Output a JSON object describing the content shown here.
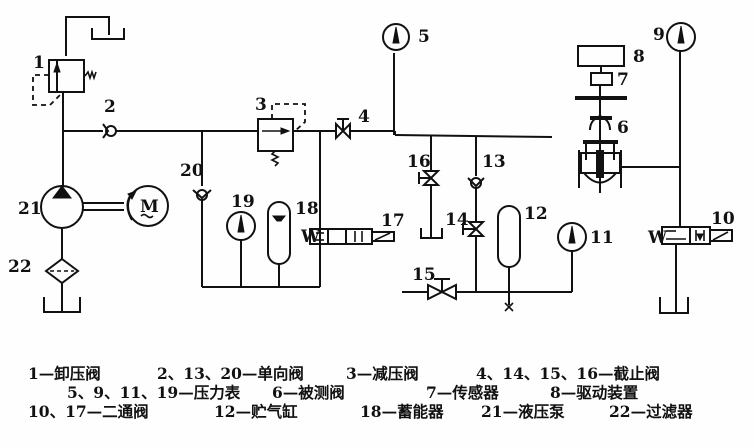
{
  "diagram": {
    "type": "hydraulic-schematic",
    "component_labels": {
      "c1": "1",
      "c2": "2",
      "c3": "3",
      "c4": "4",
      "c5": "5",
      "c6": "6",
      "c7": "7",
      "c8": "8",
      "c9": "9",
      "c10": "10",
      "c11": "11",
      "c12": "12",
      "c13": "13",
      "c14": "14",
      "c15": "15",
      "c16": "16",
      "c17": "17",
      "c18": "18",
      "c19": "19",
      "c20": "20",
      "c21": "21",
      "c22": "22"
    },
    "motor_symbol": "M",
    "spring_symbol": "W"
  },
  "legend": {
    "row1": [
      "1—卸压阀",
      "2、13、20—单向阀",
      "3—减压阀",
      "4、14、15、16—截止阀"
    ],
    "row2": [
      "5、9、11、19—压力表",
      "6—被测阀",
      "7—传感器",
      "8—驱动装置"
    ],
    "row3": [
      "10、17—二通阀",
      "12—贮气缸",
      "18—蓄能器",
      "21—液压泵",
      "22—过滤器"
    ]
  }
}
